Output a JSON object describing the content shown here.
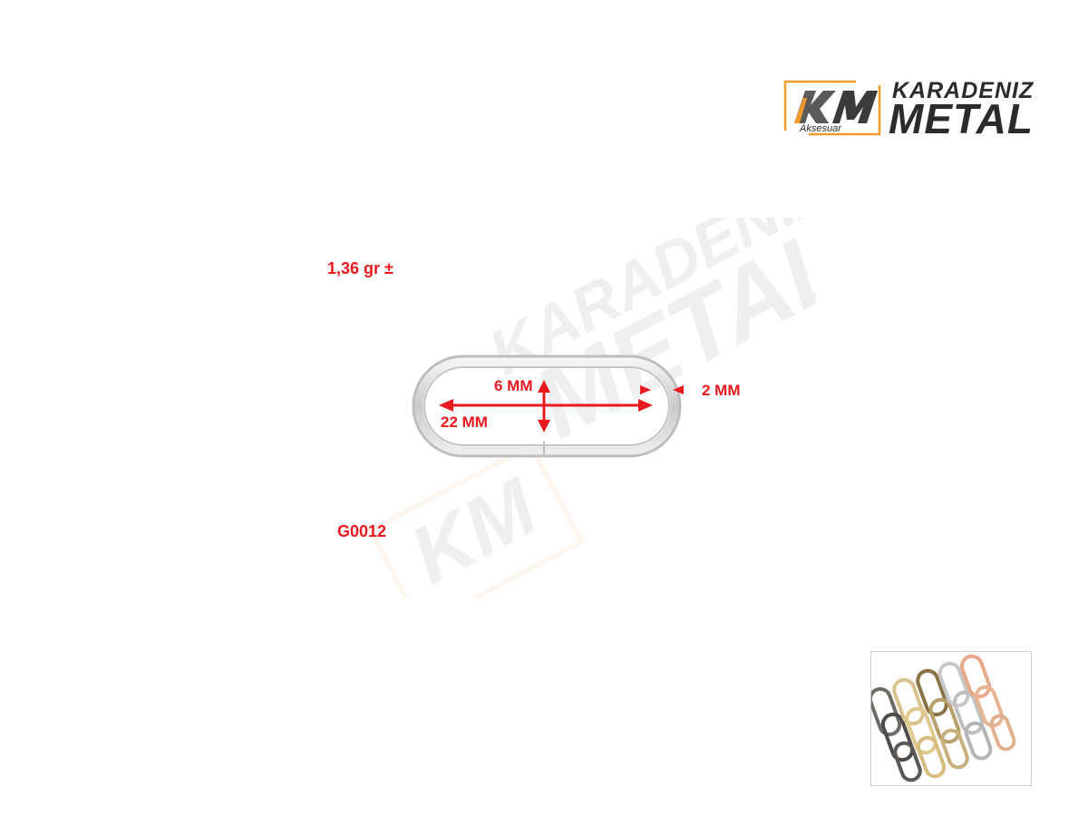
{
  "brand": {
    "logo_initials": "KM",
    "logo_sub": "Aksesuar",
    "name_top": "KARADENIZ",
    "name_bottom": "METAL"
  },
  "product": {
    "weight": "1,36 gr ±",
    "code": "G0012",
    "dim_inner_height": "6 MM",
    "dim_inner_length": "22 MM",
    "dim_wire": "2 MM"
  },
  "colors": {
    "accent_red": "#e8191f",
    "logo_orange": "#f29a2e",
    "logo_dark": "#2b2b2b"
  },
  "icons": {
    "logo": "km-aksesuar-logo",
    "watermark": "karadeniz-metal-watermark",
    "thumbnail": "oval-rings-assortment-thumbnail"
  }
}
